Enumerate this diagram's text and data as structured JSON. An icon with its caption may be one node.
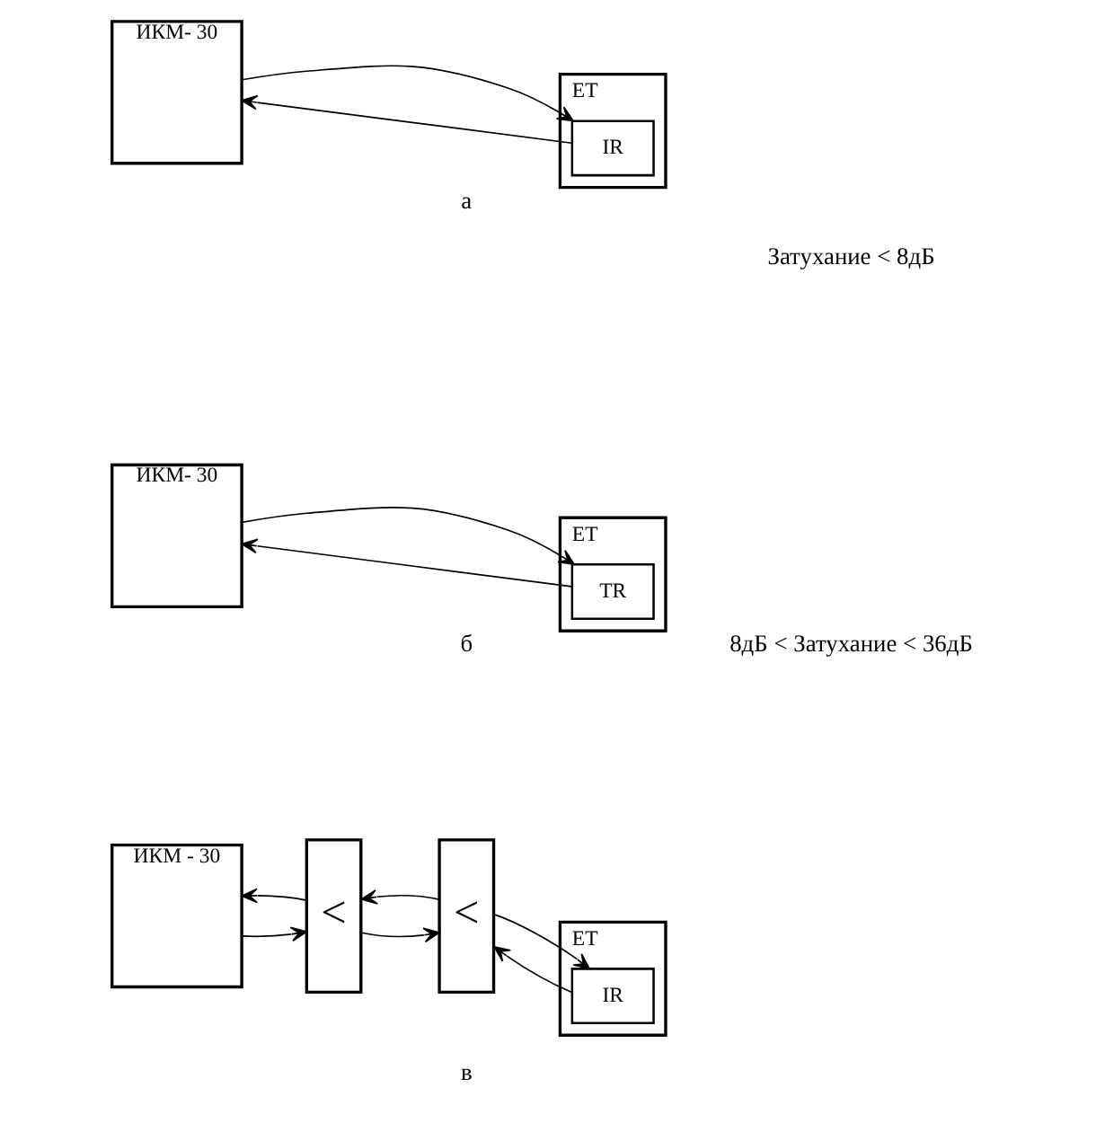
{
  "diagram": {
    "nodes": [
      {
        "text": [
          "ЕТ"
        ]
      },
      {
        "text": [
          "IR"
        ],
        "in": 0
      },
      {
        "text": [
          "ИКМ- 30"
        ]
      },
      {
        "text": [
          "ЕТ"
        ]
      },
      {
        "text": [
          "TR"
        ],
        "in": 3
      },
      {
        "text": [
          "ИКМ- 30"
        ]
      },
      {
        "text": [
          "ЕТ"
        ]
      },
      {
        "text": [
          "IR"
        ],
        "in": 6
      },
      {
        "text": [
          "<"
        ]
      },
      {
        "text": [
          "<"
        ]
      },
      {
        "text": [
          "ИКМ - 30"
        ]
      }
    ],
    "edges": [
      {
        "from": 1,
        "to": 2,
        "arrow": "to"
      },
      {
        "from": 2,
        "to": 1,
        "arrow": "to"
      },
      {
        "from": 4,
        "to": 5,
        "arrow": "to"
      },
      {
        "from": 5,
        "to": 4,
        "arrow": "to"
      },
      {
        "from": 7,
        "to": 8,
        "arrow": "to"
      },
      {
        "from": 8,
        "to": 7,
        "arrow": "to"
      },
      {
        "from": 8,
        "to": 9,
        "arrow": "to"
      },
      {
        "from": 9,
        "to": 8,
        "arrow": "to"
      },
      {
        "from": 9,
        "to": 10,
        "arrow": "to"
      },
      {
        "from": 10,
        "to": 9,
        "arrow": "to"
      }
    ],
    "labels": [
      "а",
      "Затухание < 8дБ",
      "б",
      "8дБ < Затухание < 36дБ",
      "в"
    ]
  }
}
